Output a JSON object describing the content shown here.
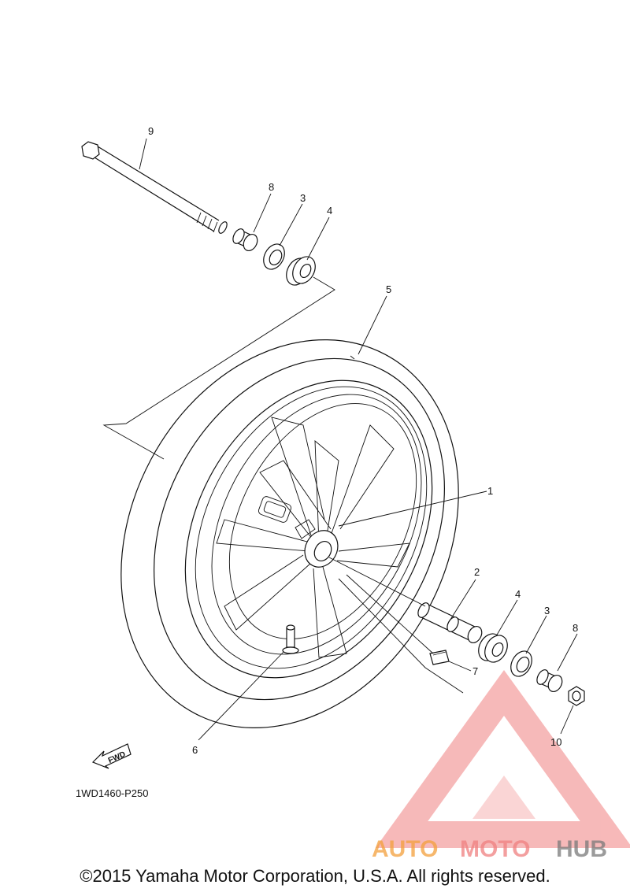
{
  "callouts": {
    "c1": "1",
    "c2": "2",
    "c3a": "3",
    "c3b": "3",
    "c4a": "4",
    "c4b": "4",
    "c5": "5",
    "c6": "6",
    "c7": "7",
    "c8a": "8",
    "c8b": "8",
    "c9": "9",
    "c10": "10"
  },
  "fwd_label": "FWD",
  "diagram_code": "1WD1460-P250",
  "watermark": {
    "part1": "AUTO",
    "part2": "MOTO",
    "part3": "HUB",
    "color_primary": "#f4a03c",
    "color_secondary": "#f08080",
    "color_dark": "#7a7a7a"
  },
  "copyright": "©2015 Yamaha Motor Corporation, U.S.A. All rights reserved."
}
